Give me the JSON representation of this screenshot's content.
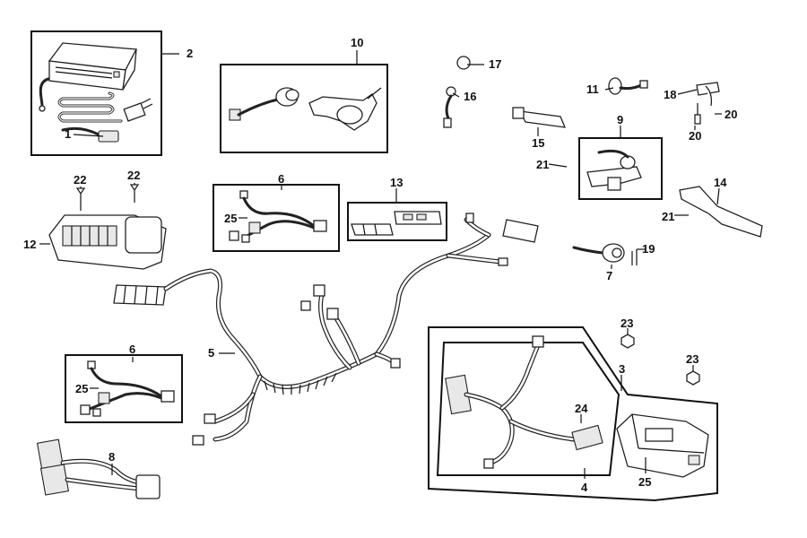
{
  "diagram": {
    "callouts": {
      "c1": "1",
      "c2": "2",
      "c3": "3",
      "c4": "4",
      "c5": "5",
      "c6a": "6",
      "c6b": "6",
      "c7": "7",
      "c8": "8",
      "c9": "9",
      "c10": "10",
      "c11": "11",
      "c12": "12",
      "c13": "13",
      "c14": "14",
      "c15": "15",
      "c16": "16",
      "c17": "17",
      "c18": "18",
      "c19": "19",
      "c20a": "20",
      "c20b": "20",
      "c21a": "21",
      "c21b": "21",
      "c22a": "22",
      "c22b": "22",
      "c23a": "23",
      "c23b": "23",
      "c24": "24",
      "c25a": "25",
      "c25b": "25",
      "c25c": "25"
    }
  }
}
